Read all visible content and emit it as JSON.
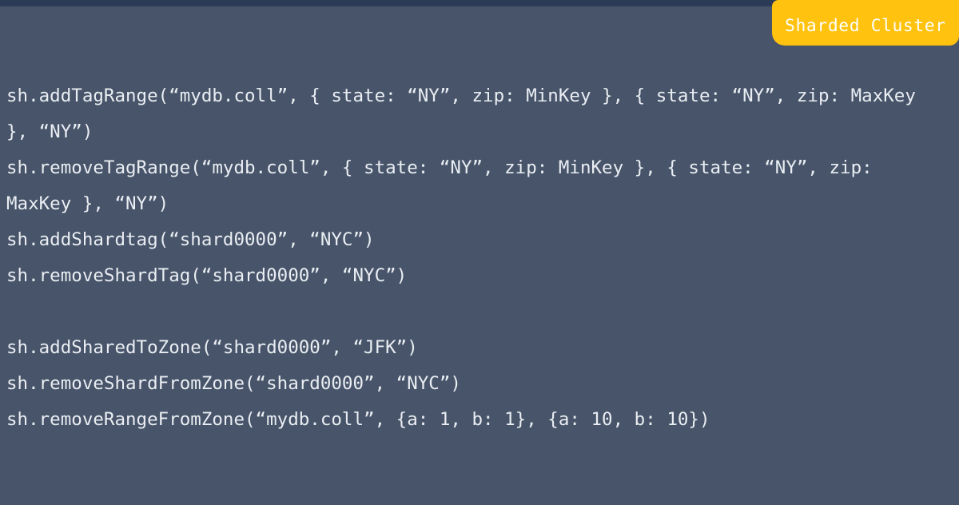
{
  "badge": {
    "label": "Sharded Cluster"
  },
  "colors": {
    "background": "#475469",
    "top_bar": "#2B3A57",
    "badge_background": "#FFC20E",
    "badge_text": "#FFFFFF",
    "code_text": "#EAEEF3"
  },
  "code": {
    "lines": [
      "sh.addTagRange(“mydb.coll”, { state: “NY”, zip: MinKey }, { state: “NY”, zip: MaxKey",
      "}, “NY”)",
      "sh.removeTagRange(“mydb.coll”, { state: “NY”, zip: MinKey }, { state: “NY”, zip:",
      "MaxKey }, “NY”)",
      "sh.addShardtag(“shard0000”, “NYC”)",
      "sh.removeShardTag(“shard0000”, “NYC”)",
      "",
      "sh.addSharedToZone(“shard0000”, “JFK”)",
      "sh.removeShardFromZone(“shard0000”, “NYC”)",
      "sh.removeRangeFromZone(“mydb.coll”, {a: 1, b: 1}, {a: 10, b: 10})"
    ]
  }
}
